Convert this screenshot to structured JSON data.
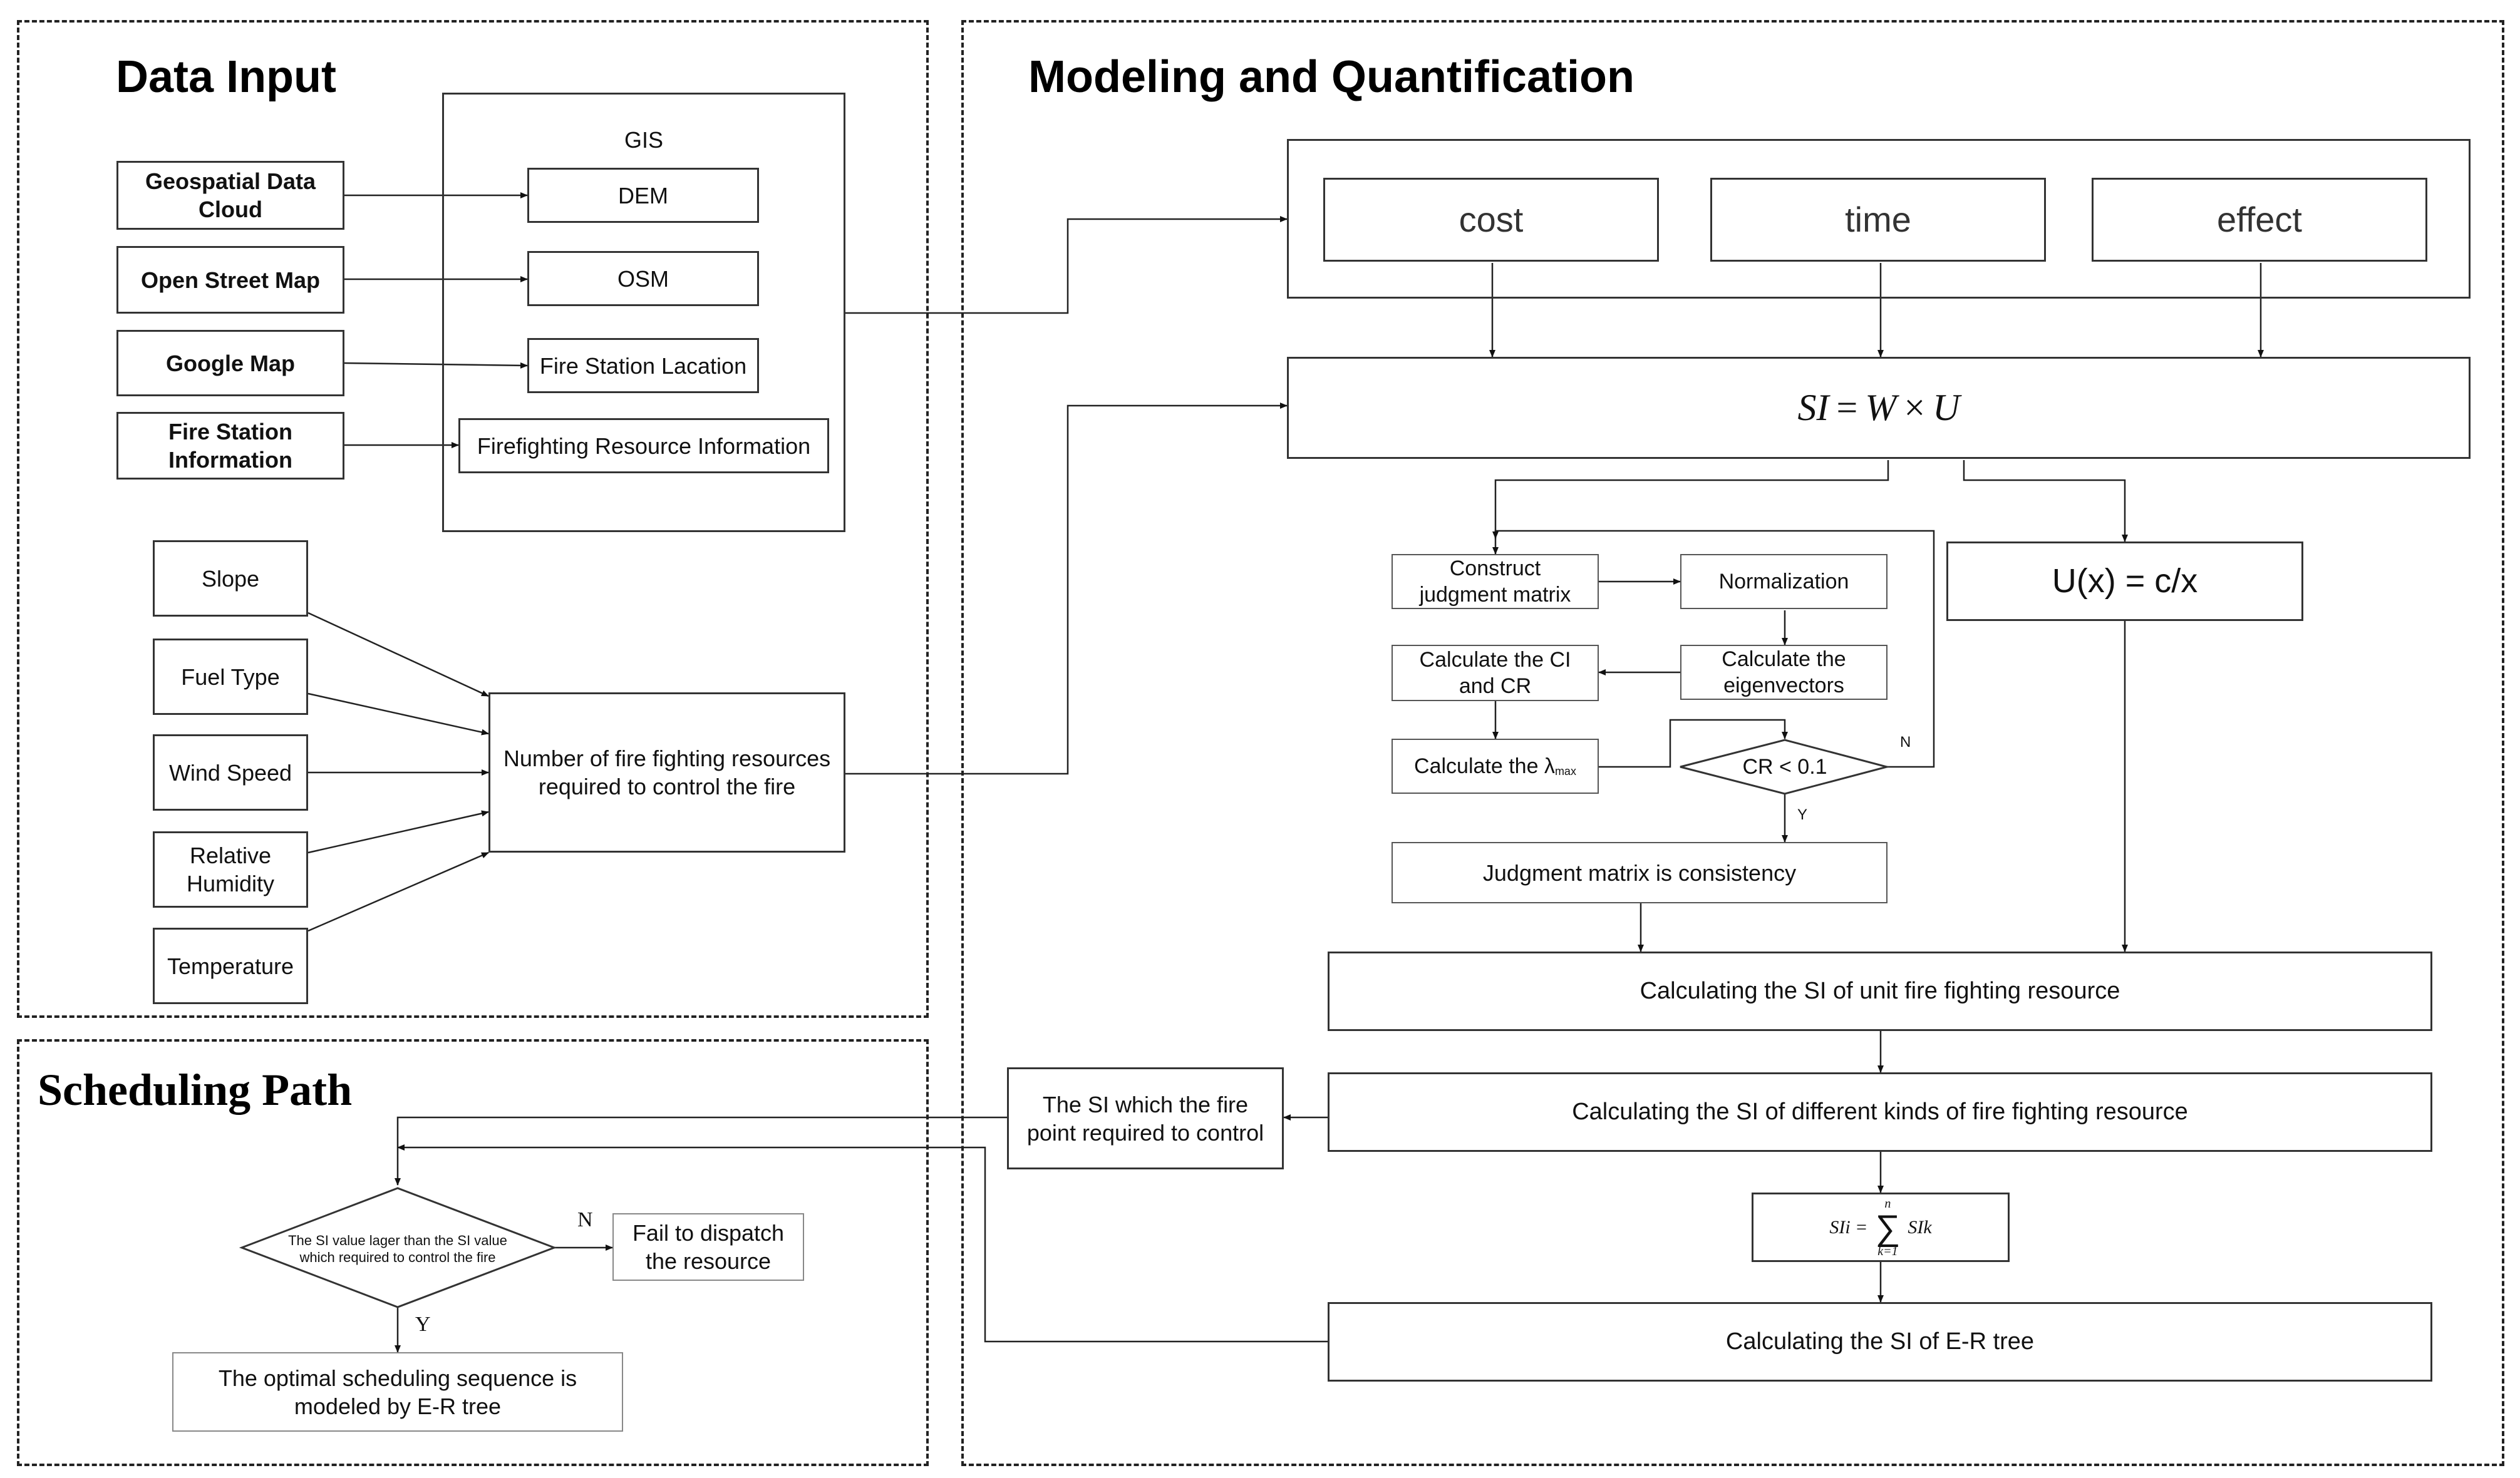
{
  "panels": {
    "data_input": "Data Input",
    "modeling": "Modeling and Quantification",
    "scheduling": "Scheduling Path"
  },
  "gis": {
    "label": "GIS",
    "dem": "DEM",
    "osm": "OSM",
    "fire_station_location": "Fire Station Lacation",
    "resource_info": "Firefighting Resource Information"
  },
  "sources": {
    "geospatial": "Geospatial Data Cloud",
    "osm": "Open Street Map",
    "google": "Google Map",
    "fire_station": "Fire Station Information"
  },
  "factors": {
    "slope": "Slope",
    "fuel": "Fuel Type",
    "wind": "Wind Speed",
    "humidity": "Relative Humidity",
    "temperature": "Temperature",
    "resources_needed": "Number of fire fighting resources required to control the fire"
  },
  "criteria": {
    "cost": "cost",
    "time": "time",
    "effect": "effect"
  },
  "formulas": {
    "si_lhs": "SI",
    "eq": "=",
    "w": "W",
    "times": "×",
    "u": "U",
    "utility": "U(x) = c/x",
    "sum_lhs": "SIi =",
    "sum_upper": "n",
    "sum_symbol": "∑",
    "sum_lower": "k=1",
    "sum_term": "SIk"
  },
  "ahp": {
    "construct": "Construct judgment matrix",
    "normalization": "Normalization",
    "eigen": "Calculate the eigenvectors",
    "ci_cr": "Calculate the CI and CR",
    "lambda_prefix": "Calculate the λ",
    "lambda_sub": "max",
    "check": "CR < 0.1",
    "no": "N",
    "yes": "Y",
    "consistent": "Judgment matrix is consistency"
  },
  "calc": {
    "unit": "Calculating the SI of unit fire fighting resource",
    "kinds": "Calculating the SI of different kinds of fire fighting resource",
    "fire_point": "The SI which the fire point required to control",
    "er_tree": "Calculating the SI of E-R tree"
  },
  "schedule": {
    "decision": "The SI value lager than the SI value which required to control the fire",
    "fail": "Fail to dispatch the resource",
    "optimal": "The optimal scheduling sequence is modeled by E-R tree",
    "no": "N",
    "yes": "Y"
  }
}
